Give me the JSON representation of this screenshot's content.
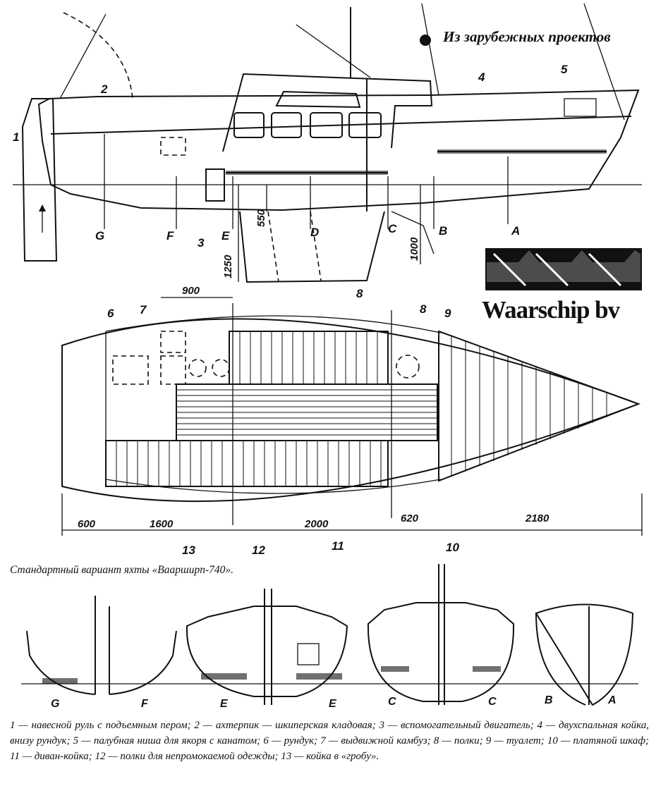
{
  "header": {
    "title": "Из зарубежных проектов"
  },
  "brand": {
    "name": "Waarschip bv"
  },
  "caption": "Стандартный вариант яхты «Ваарширп-740».",
  "legend": "1 — навесной руль с подъемным пером; 2 — ахтерпик — шкиперская кладовая; 3 — вспомогательный двигатель; 4 — двухспальная койка, внизу рундук; 5 — палубная ниша для якоря с канатом; 6 — рундук; 7 — выдвижной камбуз; 8 — полки; 9 — туалет; 10 — платяной шкаф; 11 — диван-койка; 12 — полки для непромокаемой одежды; 13 — койка в «гробу».",
  "profile": {
    "callouts": [
      "1",
      "2",
      "3",
      "4",
      "5"
    ],
    "stations": [
      "G",
      "F",
      "E",
      "D",
      "C",
      "B",
      "A"
    ],
    "dimensions": {
      "depth_1250": "1250",
      "depth_550": "550",
      "depth_1000": "1000"
    }
  },
  "plan": {
    "callouts": [
      "6",
      "7",
      "8",
      "8",
      "9",
      "10",
      "11",
      "12",
      "13"
    ],
    "dimensions": {
      "top": "900",
      "d1": "600",
      "d2": "1600",
      "d3": "2000",
      "d4": "620",
      "d5": "2180"
    }
  },
  "sections": {
    "labels": [
      "G",
      "F",
      "E",
      "E",
      "C",
      "C",
      "B",
      "A"
    ]
  }
}
